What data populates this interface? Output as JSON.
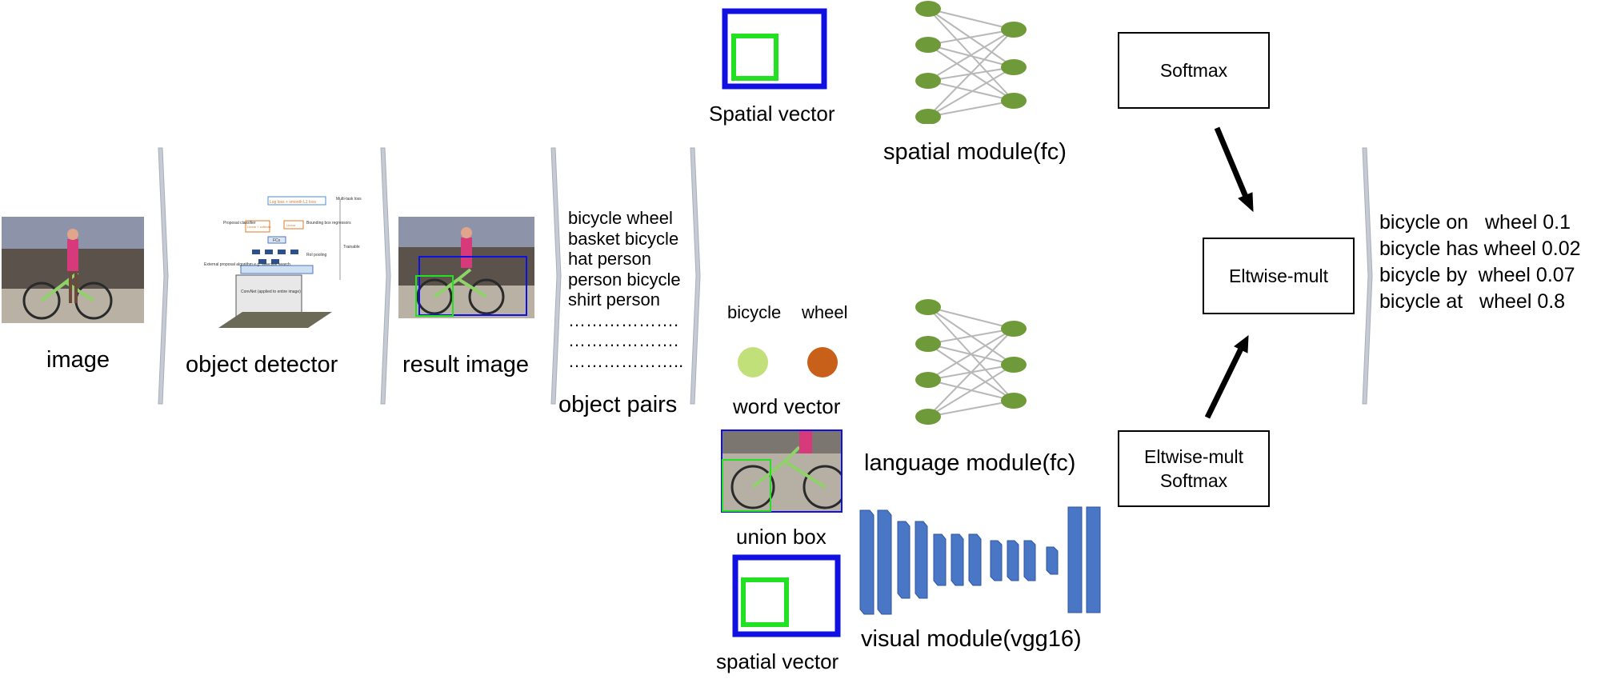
{
  "stages": {
    "image_label": "image",
    "detector_label": "object detector",
    "result_label": "result image",
    "pairs_label": "object pairs"
  },
  "detector_mini": {
    "loss_top": "Log loss + smooth L1 loss",
    "multitask": "Multi-task loss",
    "proposal_classifier": "Proposal classifier",
    "linear_softmax": "Linear + softmax",
    "linear": "Linear",
    "bbox_regressors": "Bounding box regressors",
    "fcs": "FCs",
    "roi_pooling": "RoI pooling",
    "trainable": "Trainable",
    "external_proposal": "External proposal algorithm e.g. selective search",
    "convnet": "ConvNet (applied to entire image)"
  },
  "object_pairs": [
    "bicycle wheel",
    "basket bicycle",
    "hat person",
    "person bicycle",
    "shirt person",
    "……………….",
    "……………….",
    "……………….."
  ],
  "inputs": {
    "spatial_vector_top": "Spatial vector",
    "word_bicycle": "bicycle",
    "word_wheel": "wheel",
    "word_vector": "word vector",
    "union_box": "union box",
    "spatial_vector_bottom": "spatial vector"
  },
  "modules": {
    "spatial": "spatial module(fc)",
    "language": "language module(fc)",
    "visual": "visual module(vgg16)"
  },
  "ops": {
    "softmax": "Softmax",
    "eltwise_mult": "Eltwise-mult",
    "eltwise_softmax_line1": "Eltwise-mult",
    "eltwise_softmax_line2": "Softmax"
  },
  "results": [
    "bicycle on   wheel 0.1",
    "bicycle has wheel 0.02",
    "bicycle by  wheel 0.07",
    "bicycle at   wheel 0.8"
  ],
  "colors": {
    "node_green": "#6f9a3a",
    "edge_gray": "#b8b8b8",
    "bar_blue": "#4a76c6",
    "box_blue": "#1010e0",
    "box_green": "#22e022",
    "word_bicycle_dot": "#c2e07a",
    "word_wheel_dot": "#c8601a",
    "chevron_gray": "#c5cad3"
  }
}
